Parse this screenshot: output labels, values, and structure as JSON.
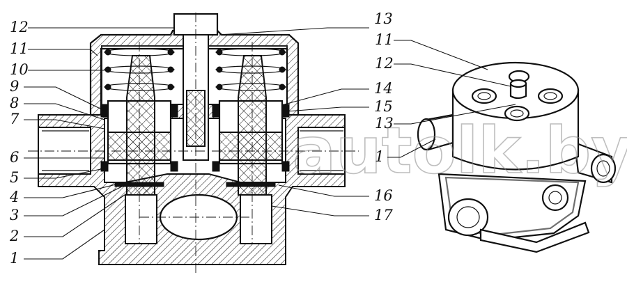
{
  "watermark": "autolk.by",
  "section_view": {
    "left_callouts": [
      "12",
      "11",
      "10",
      "9",
      "8",
      "7",
      "6",
      "5",
      "4",
      "3",
      "2",
      "1"
    ],
    "right_callouts": [
      "13",
      "14",
      "15",
      "16",
      "17"
    ]
  },
  "external_view": {
    "callouts": [
      "11",
      "12",
      "13",
      "1"
    ]
  }
}
